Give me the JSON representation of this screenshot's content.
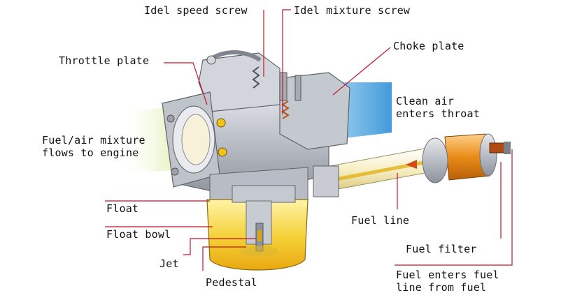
{
  "labels": {
    "idle_speed_screw": "Idel speed screw",
    "idle_mixture_screw": "Idel mixture screw",
    "choke_plate": "Choke plate",
    "throttle_plate": "Throttle plate",
    "clean_air_1": "Clean air",
    "clean_air_2": "enters throat",
    "fuel_air_1": "Fuel/air mixture",
    "fuel_air_2": "flows to engine",
    "float": "Float",
    "float_bowl": "Float bowl",
    "jet": "Jet",
    "pedestal": "Pedestal",
    "fuel_line": "Fuel line",
    "fuel_filter": "Fuel filter",
    "fuel_enters_1": "Fuel enters fuel",
    "fuel_enters_2": "line from fuel"
  },
  "colors": {
    "leader_line": "#c0162a",
    "clean_air_flow": "#4aa3e0",
    "fuel_air_flow": "#cde86a",
    "fuel": "#f2c21b",
    "metal": "#c9ccd3",
    "metal_dark": "#8d929c",
    "filter_body": "#e8921a"
  }
}
